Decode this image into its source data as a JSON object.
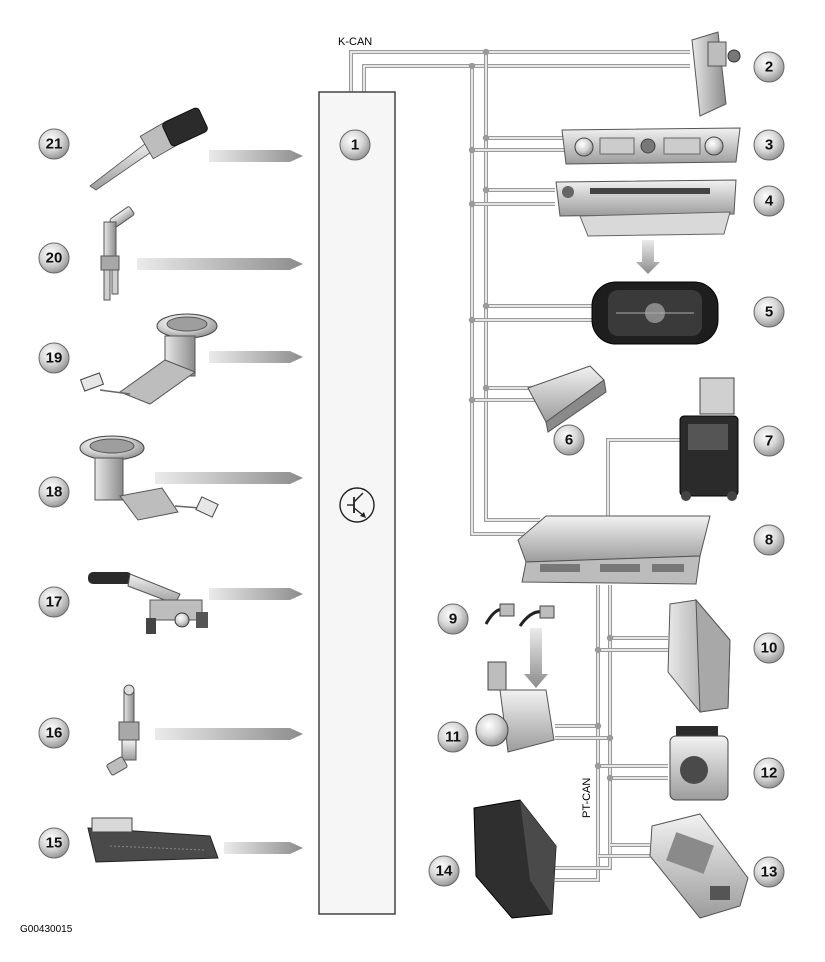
{
  "bus_labels": {
    "k_can": "K-CAN",
    "pt_can": "PT-CAN"
  },
  "figure_code": "G00430015",
  "callouts": [
    "1",
    "2",
    "3",
    "4",
    "5",
    "6",
    "7",
    "8",
    "9",
    "10",
    "11",
    "12",
    "13",
    "14",
    "15",
    "16",
    "17",
    "18",
    "19",
    "20",
    "21"
  ],
  "colors": {
    "bus_line": "#9a9a9a",
    "module_fill": "#f6f6f6",
    "callout_fill": "#d6d6d6",
    "arrow_dark": "#8c8c8c",
    "arrow_light": "#e6e6e6"
  },
  "icons": [
    "transistor-symbol",
    "temperature-sensor",
    "level-sensor",
    "fuel-pump-unit",
    "fuel-level-sender",
    "handbrake-lever",
    "battery-sensor",
    "relay-module",
    "display-module",
    "control-panel",
    "head-unit",
    "rear-module",
    "diagnostic-tester",
    "gateway-module",
    "connector-plug",
    "dsc-unit",
    "control-unit"
  ]
}
